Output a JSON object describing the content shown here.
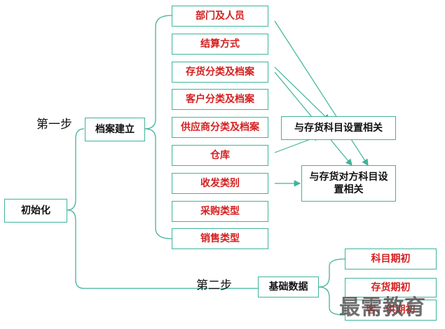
{
  "root": "初始化",
  "step1_label": "第一步",
  "step2_label": "第二步",
  "archive_node": "档案建立",
  "basic_node": "基础数据",
  "archive_items": [
    "部门及人员",
    "结算方式",
    "存货分类及档案",
    "客户分类及档案",
    "供应商分类及档案",
    "仓库",
    "收发类别",
    "采购类型",
    "销售类型"
  ],
  "related_1": "与存货科目设置相关",
  "related_2": "与存货对方科目设置相关",
  "basic_items": [
    "科目期初",
    "存货期初",
    "客、供期初"
  ],
  "watermark": "最需教育",
  "colors": {
    "line": "#3fb39a",
    "red_text": "#d42020"
  }
}
